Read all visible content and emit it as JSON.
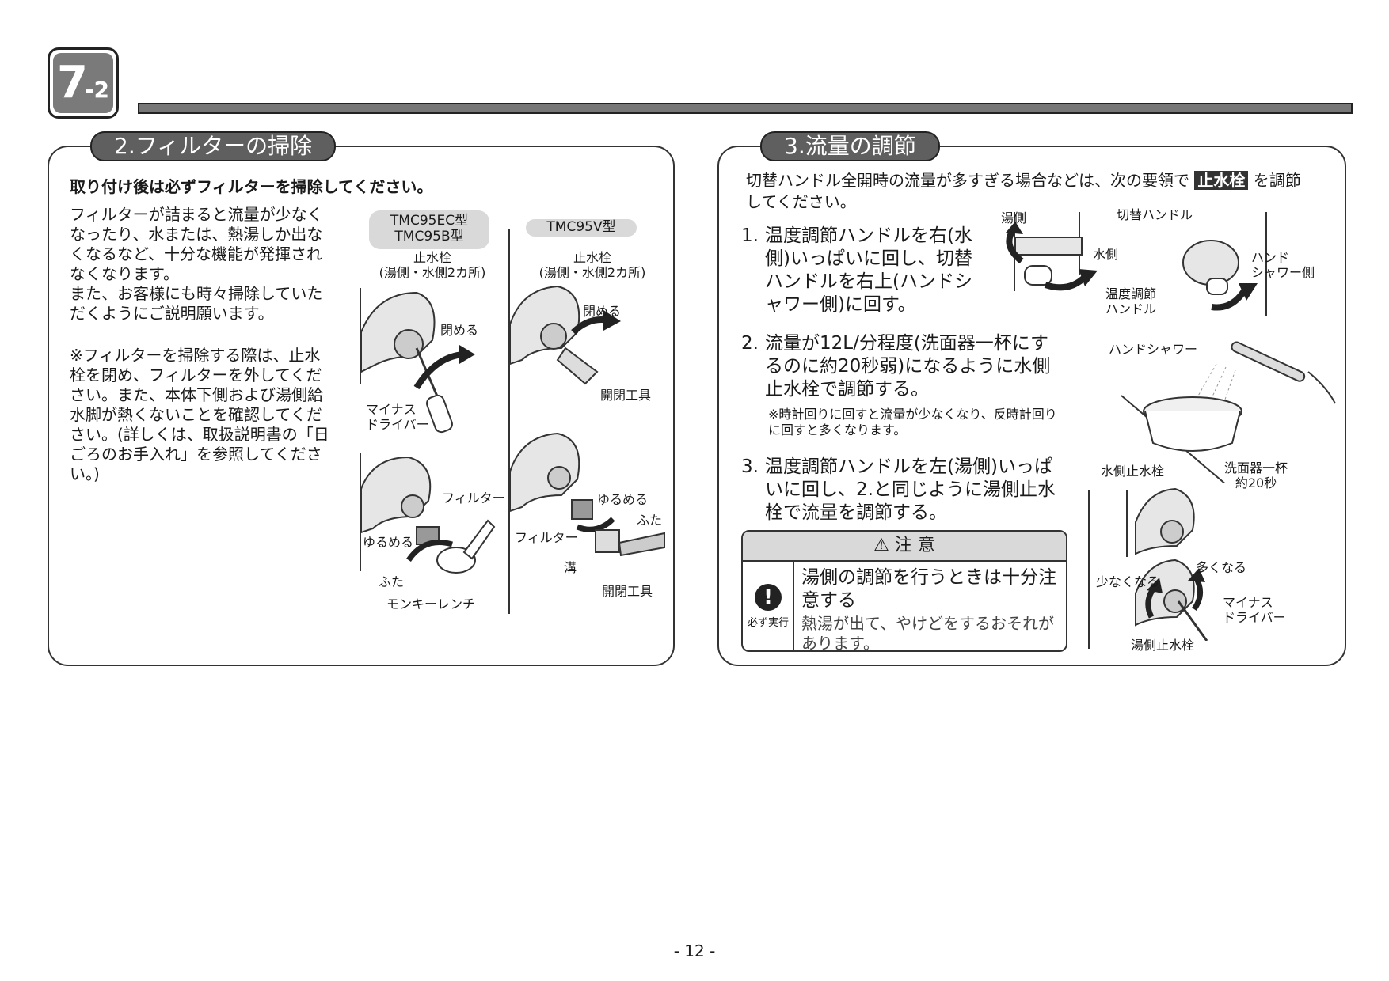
{
  "header": {
    "section_number": "7",
    "section_sub": "-2"
  },
  "filter_section": {
    "title": "2.フィルターの掃除",
    "lead": "取り付け後は必ずフィルターを掃除してください。",
    "body": "フィルターが詰まると流量が少なくなったり、水または、熱湯しか出なくなるなど、十分な機能が発揮されなくなります。\nまた、お客様にも時々掃除していただくようにご説明願います。",
    "note": "※フィルターを掃除する際は、止水栓を閉め、フィルターを外してください。また、本体下側および湯側給水脚が熱くないことを確認してください。(詳しくは、取扱説明書の「日ごろのお手入れ」を参照してください。)",
    "model_a": "TMC95EC型\nTMC95B型",
    "model_b": "TMC95V型",
    "stop_valve_a": "止水栓\n(湯側・水側2カ所)",
    "stop_valve_b": "止水栓\n(湯側・水側2カ所)",
    "close_a": "閉める",
    "close_b": "閉める",
    "screwdriver": "マイナス\nドライバー",
    "tool_b1": "開閉工具",
    "filter_a": "フィルター",
    "loosen_a": "ゆるめる",
    "cap_a": "ふた",
    "wrench": "モンキーレンチ",
    "loosen_b": "ゆるめる",
    "cap_b": "ふた",
    "filter_b": "フィルター",
    "groove": "溝",
    "tool_b2": "開閉工具"
  },
  "flow_section": {
    "title": "3.流量の調節",
    "intro_pre": "切替ハンドル全開時の流量が多すぎる場合などは、次の要領で",
    "intro_highlight": "止水栓",
    "intro_post": "を調節",
    "intro_line2": "してください。",
    "step1_num": "1.",
    "step1": "温度調節ハンドルを右(水側)いっぱいに回し、切替ハンドルを右上(ハンドシャワー側)に回す。",
    "step2_num": "2.",
    "step2": "流量が12L/分程度(洗面器一杯にするのに約20秒弱)になるように水側止水栓で調節する。",
    "step2_note": "※時計回りに回すと流量が少なくなり、反時計回りに回すと多くなります。",
    "step3_num": "3.",
    "step3": "温度調節ハンドルを左(湯側)いっぱいに回し、2.と同じように湯側止水栓で流量を調節する。",
    "hot_side": "湯側",
    "water_side": "水側",
    "temp_handle": "温度調節\nハンドル",
    "switch_handle": "切替ハンドル",
    "hand_shower_side": "ハンド\nシャワー側",
    "hand_shower": "ハンドシャワー",
    "basin": "洗面器一杯\n約20秒",
    "cold_valve": "水側止水栓",
    "decrease": "少なくなる",
    "increase": "多くなる",
    "screwdriver": "マイナス\nドライバー",
    "hot_valve": "湯側止水栓",
    "caution_title": "注 意",
    "caution_icon_label": "必ず実行",
    "caution_heading": "湯側の調節を行うときは十分注意する",
    "caution_body": "熱湯が出て、やけどをするおそれがあります。"
  },
  "footer": {
    "page_number": "- 12 -"
  }
}
